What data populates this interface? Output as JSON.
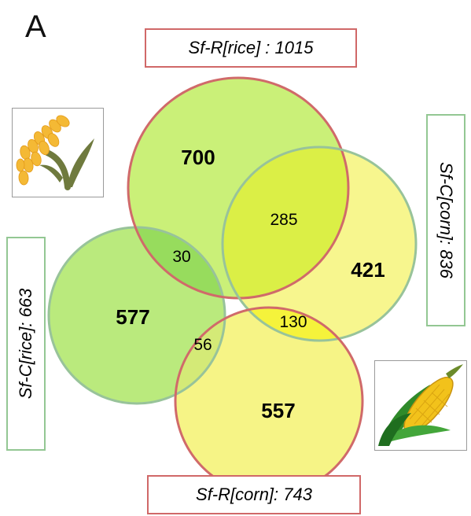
{
  "panel_label": "A",
  "sets": {
    "sf_r_rice": {
      "label": "Sf-R[rice] : 1015",
      "color": "#c6ef6d",
      "stroke": "#d06a6a"
    },
    "sf_c_corn": {
      "label": "Sf-C[corn]: 836",
      "color": "#f5f570",
      "stroke": "#98c39a"
    },
    "sf_c_rice": {
      "label": "Sf-C[rice]: 663",
      "color": "#b3e86f",
      "stroke": "#98c39a"
    },
    "sf_r_corn": {
      "label": "Sf-R[corn]: 743",
      "color": "#f4f272",
      "stroke": "#d06a6a"
    }
  },
  "regions": {
    "rice_r_only": "700",
    "corn_c_only": "421",
    "rice_c_only": "577",
    "corn_r_only": "557",
    "rice_r_and_corn_c": "285",
    "rice_r_and_rice_c": "30",
    "corn_c_and_corn_r": "130",
    "rice_c_and_corn_r": "56"
  },
  "icons": {
    "rice": "rice-plant-icon",
    "corn": "corn-cob-icon"
  }
}
